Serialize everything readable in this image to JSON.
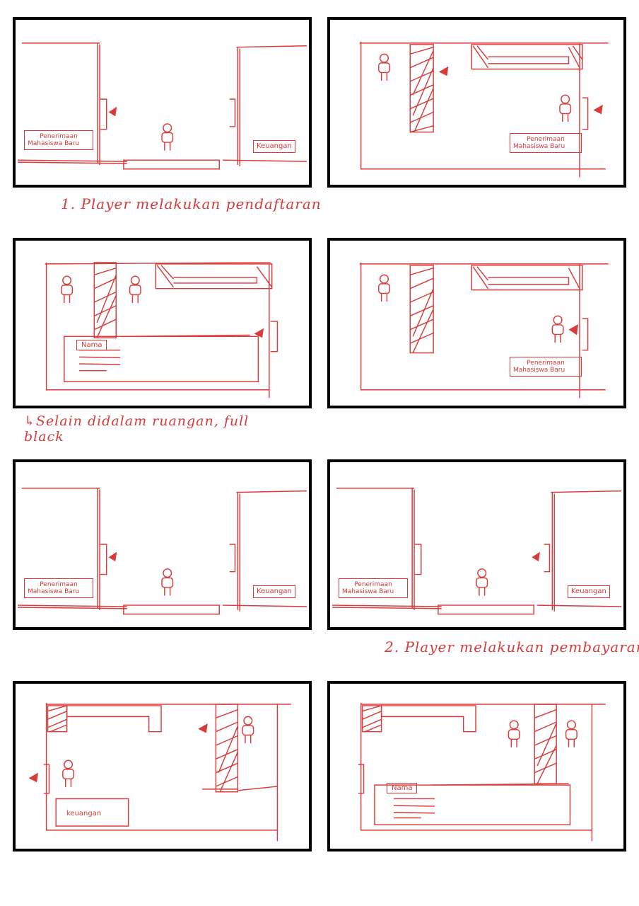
{
  "captions": {
    "step1": "1. Player melakukan pendaftaran",
    "note": "Selain didalam ruangan, full black",
    "step2": "2. Player melakukan pembayaran"
  },
  "signs": {
    "penerimaan_line1": "Penerimaan",
    "penerimaan_line2": "Mahasiswa Baru",
    "keuangan": "Keuangan",
    "keuangan_lower": "keuangan"
  },
  "dialog": {
    "name_label": "Nama"
  },
  "colors": {
    "sketch": "#d93a3a",
    "frame": "#000000",
    "background": "#ffffff"
  },
  "icons": [
    "player-character-icon",
    "cursor-arrow-icon",
    "door-icon",
    "hatched-wall-icon"
  ]
}
